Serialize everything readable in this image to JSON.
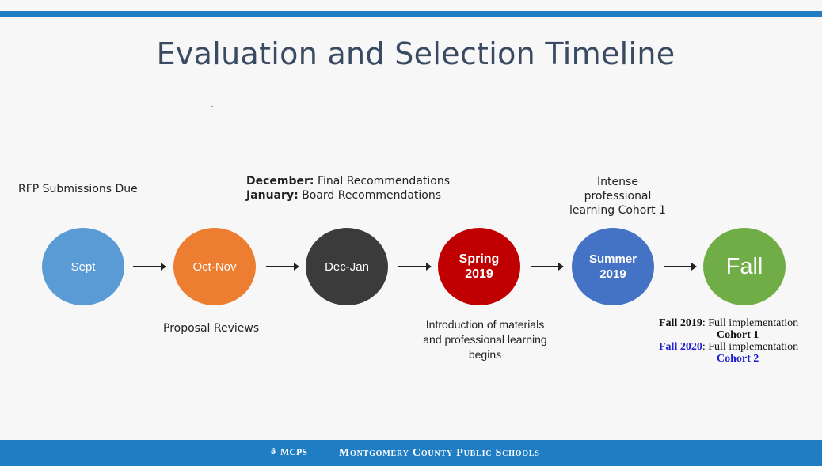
{
  "title": "Evaluation and Selection Timeline",
  "labels": {
    "rfp": "RFP Submissions Due",
    "december_key": "December:",
    "december_text": " Final Recommendations",
    "january_key": "January:",
    "january_text": " Board Recommendations",
    "intense_line1": "Intense",
    "intense_line2": "professional",
    "intense_line3": "learning Cohort 1",
    "proposal": "Proposal Reviews",
    "intro_line1": "Introduction of materials",
    "intro_line2": "and professional learning",
    "intro_line3": "begins"
  },
  "stages": {
    "sept": "Sept",
    "oct": "Oct-Nov",
    "dec": "Dec-Jan",
    "spring_line1": "Spring",
    "spring_line2": "2019",
    "summer_line1": "Summer",
    "summer_line2": "2019",
    "fall": "Fall"
  },
  "fall_notes": {
    "fall2019_key": "Fall 2019",
    "fall2019_text": ": Full implementation",
    "cohort1": "Cohort 1",
    "fall2020_key": "Fall 2020",
    "fall2020_text": ": Full implementation",
    "cohort2": "Cohort 2"
  },
  "footer": {
    "logo_text": "MCPS",
    "org_name": "Montgomery County Public Schools"
  },
  "colors": {
    "sept": "#5b9bd5",
    "oct": "#ed7d31",
    "dec": "#3b3b3b",
    "spring": "#c00000",
    "summer": "#4472c4",
    "fall": "#70ad47",
    "bars": "#1f7dc4"
  }
}
